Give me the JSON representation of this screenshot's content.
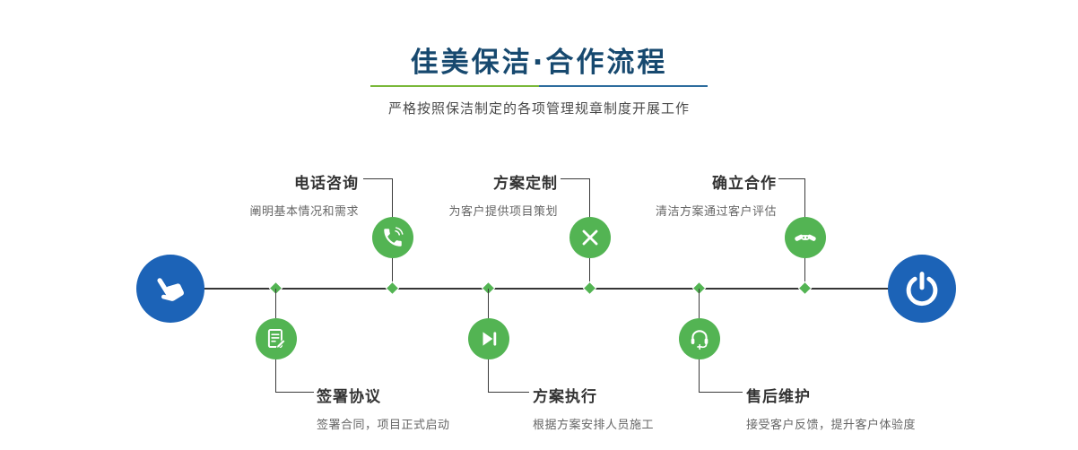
{
  "header": {
    "title": "佳美保洁·合作流程",
    "subtitle": "严格按照保洁制定的各项管理规章制度开展工作"
  },
  "colors": {
    "title_text": "#17496f",
    "step_green": "#53b453",
    "endpoint_blue": "#1c63b7",
    "line_dark": "#3a3a3a",
    "underline_green": "#7ab83a",
    "underline_blue": "#2e6d9e"
  },
  "endpoints": {
    "start_icon": "pointing-hand-icon",
    "end_icon": "power-icon"
  },
  "steps_top": [
    {
      "label": "电话咨询",
      "desc": "阐明基本情况和需求",
      "icon": "phone-icon"
    },
    {
      "label": "方案定制",
      "desc": "为客户提供项目策划",
      "icon": "design-tools-icon"
    },
    {
      "label": "确立合作",
      "desc": "清洁方案通过客户评估",
      "icon": "handshake-icon"
    }
  ],
  "steps_bottom": [
    {
      "label": "签署协议",
      "desc": "签署合同，项目正式启动",
      "icon": "contract-icon"
    },
    {
      "label": "方案执行",
      "desc": "根据方案安排人员施工",
      "icon": "play-next-icon"
    },
    {
      "label": "售后维护",
      "desc": "接受客户反馈，提升客户体验度",
      "icon": "headset-icon"
    }
  ]
}
